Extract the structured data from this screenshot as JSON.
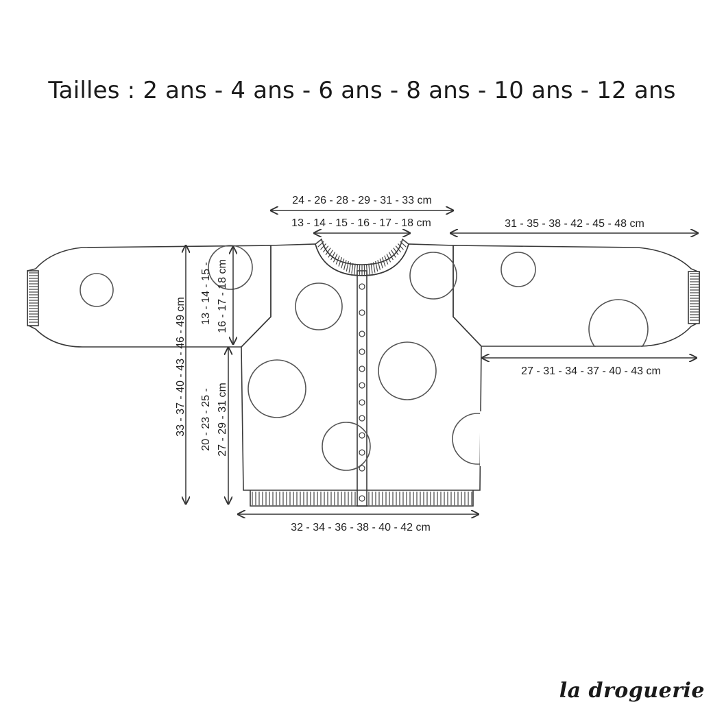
{
  "title": "Tailles : 2 ans - 4 ans - 6 ans - 8 ans - 10 ans - 12 ans",
  "brand": "la droguerie",
  "measurements": {
    "shoulder_width": "24 - 26 - 28 - 29 - 31 - 33 cm",
    "neck_width": "13 - 14 - 15 - 16 - 17 - 18 cm",
    "sleeve_length_top": "31 - 35 - 38 - 42 - 45 - 48 cm",
    "sleeve_length_bottom": "27 - 31 - 34 - 37 - 40 - 43 cm",
    "total_length": "33 - 37 - 40 - 43 - 46 - 49 cm",
    "armhole_line1": "13 - 14 - 15 -",
    "armhole_line2": "16 - 17 - 18 cm",
    "body_length_line1": "20 - 23 - 25 -",
    "body_length_line2": "27 - 29 - 31 cm",
    "bottom_width": "32 - 34 - 36 - 38 - 40 - 42 cm"
  },
  "colors": {
    "line": "#333333",
    "text": "#222222",
    "background": "#ffffff"
  }
}
